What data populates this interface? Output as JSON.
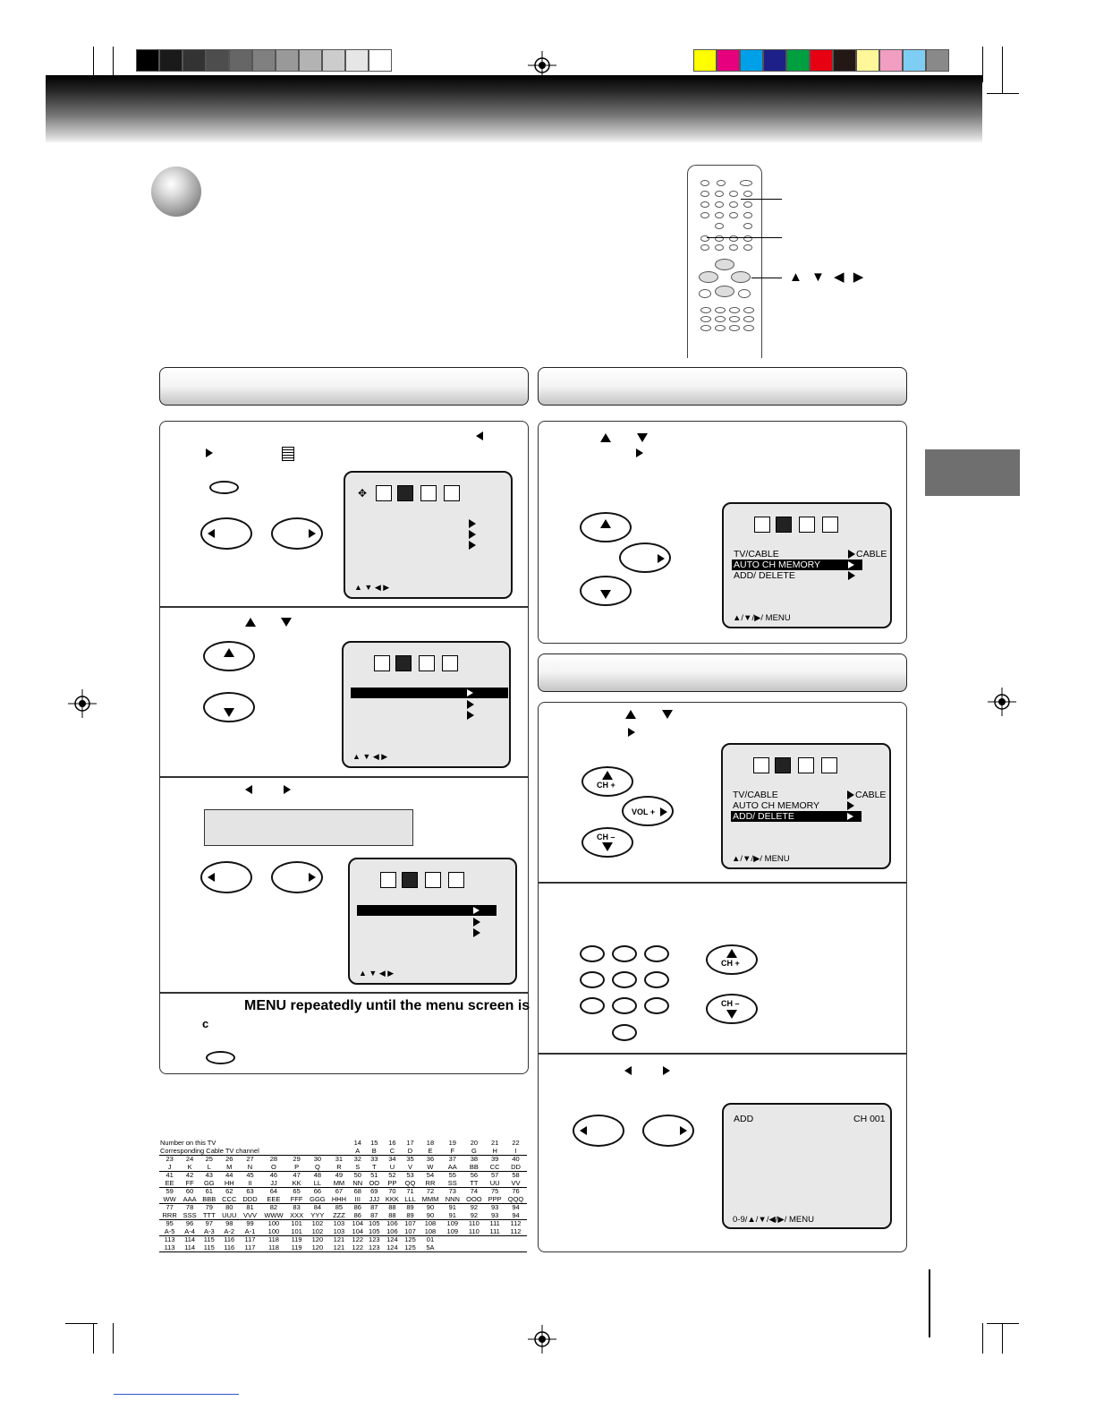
{
  "color_bars": {
    "gray": [
      "#000000",
      "#1a1a1a",
      "#333333",
      "#4d4d4d",
      "#666666",
      "#808080",
      "#999999",
      "#b3b3b3",
      "#cccccc",
      "#e6e6e6",
      "#ffffff"
    ],
    "color": [
      "#ffff00",
      "#e6007e",
      "#00a0e9",
      "#1d2088",
      "#00a040",
      "#e60012",
      "#231815",
      "#fff799",
      "#f19ec2",
      "#7ecef4",
      "#898989"
    ]
  },
  "remote_arrows_label": "▲ ▼ ◀ ▶",
  "menu_screen_1": {
    "nav_hint": "▲ ▼ ◀ ▶"
  },
  "menu_screen_2": {
    "nav_hint": "▲ ▼ ◀ ▶"
  },
  "menu_screen_3": {
    "nav_hint": "▲ ▼ ◀ ▶"
  },
  "step4_text_line1": "MENU repeatedly until the menu screen is",
  "step4_text_line2": "c",
  "ch_setup_screen": {
    "rows": [
      {
        "label": "TV/CABLE",
        "value": "CABLE"
      },
      {
        "label": "AUTO  CH  MEMORY",
        "value": ""
      },
      {
        "label": "ADD/ DELETE",
        "value": ""
      }
    ],
    "nav_hint": "▲/▼/▶/ MENU"
  },
  "add_delete_screen": {
    "rows": [
      {
        "label": "TV/CABLE",
        "value": "CABLE"
      },
      {
        "label": "AUTO  CH  MEMORY",
        "value": ""
      },
      {
        "label": "ADD/ DELETE",
        "value": ""
      }
    ],
    "nav_hint": "▲/▼/▶/ MENU"
  },
  "add_screen": {
    "mode": "ADD",
    "channel": "CH 001",
    "nav_hint": "0-9/▲/▼/◀/▶/ MENU"
  },
  "buttons": {
    "ch_plus": "CH +",
    "ch_minus": "CH –",
    "vol_plus": "VOL +"
  },
  "channel_table": {
    "header": [
      "Number on this TV",
      "Corresponding Cable TV channel"
    ],
    "header_nums": [
      "14",
      "15",
      "16",
      "17",
      "18",
      "19",
      "20",
      "21",
      "22"
    ],
    "header_cable": [
      "A",
      "B",
      "C",
      "D",
      "E",
      "F",
      "G",
      "H",
      "I"
    ],
    "rows": [
      {
        "nums": [
          "23",
          "24",
          "25",
          "26",
          "27",
          "28",
          "29",
          "30",
          "31",
          "32",
          "33",
          "34",
          "35",
          "36",
          "37",
          "38",
          "39",
          "40"
        ],
        "cable": [
          "J",
          "K",
          "L",
          "M",
          "N",
          "O",
          "P",
          "Q",
          "R",
          "S",
          "T",
          "U",
          "V",
          "W",
          "AA",
          "BB",
          "CC",
          "DD"
        ]
      },
      {
        "nums": [
          "41",
          "42",
          "43",
          "44",
          "45",
          "46",
          "47",
          "48",
          "49",
          "50",
          "51",
          "52",
          "53",
          "54",
          "55",
          "56",
          "57",
          "58"
        ],
        "cable": [
          "EE",
          "FF",
          "GG",
          "HH",
          "II",
          "JJ",
          "KK",
          "LL",
          "MM",
          "NN",
          "OO",
          "PP",
          "QQ",
          "RR",
          "SS",
          "TT",
          "UU",
          "VV"
        ]
      },
      {
        "nums": [
          "59",
          "60",
          "61",
          "62",
          "63",
          "64",
          "65",
          "66",
          "67",
          "68",
          "69",
          "70",
          "71",
          "72",
          "73",
          "74",
          "75",
          "76"
        ],
        "cable": [
          "WW",
          "AAA",
          "BBB",
          "CCC",
          "DDD",
          "EEE",
          "FFF",
          "GGG",
          "HHH",
          "III",
          "JJJ",
          "KKK",
          "LLL",
          "MMM",
          "NNN",
          "OOO",
          "PPP",
          "QQQ"
        ]
      },
      {
        "nums": [
          "77",
          "78",
          "79",
          "80",
          "81",
          "82",
          "83",
          "84",
          "85",
          "86",
          "87",
          "88",
          "89",
          "90",
          "91",
          "92",
          "93",
          "94"
        ],
        "cable": [
          "RRR",
          "SSS",
          "TTT",
          "UUU",
          "VVV",
          "WWW",
          "XXX",
          "YYY",
          "ZZZ",
          "86",
          "87",
          "88",
          "89",
          "90",
          "91",
          "92",
          "93",
          "94"
        ]
      },
      {
        "nums": [
          "95",
          "96",
          "97",
          "98",
          "99",
          "100",
          "101",
          "102",
          "103",
          "104",
          "105",
          "106",
          "107",
          "108",
          "109",
          "110",
          "111",
          "112"
        ],
        "cable": [
          "A-5",
          "A-4",
          "A-3",
          "A-2",
          "A-1",
          "100",
          "101",
          "102",
          "103",
          "104",
          "105",
          "106",
          "107",
          "108",
          "109",
          "110",
          "111",
          "112"
        ]
      },
      {
        "nums": [
          "113",
          "114",
          "115",
          "116",
          "117",
          "118",
          "119",
          "120",
          "121",
          "122",
          "123",
          "124",
          "125",
          "01",
          "",
          "",
          "",
          ""
        ],
        "cable": [
          "113",
          "114",
          "115",
          "116",
          "117",
          "118",
          "119",
          "120",
          "121",
          "122",
          "123",
          "124",
          "125",
          "5A",
          "",
          "",
          "",
          ""
        ]
      }
    ]
  }
}
